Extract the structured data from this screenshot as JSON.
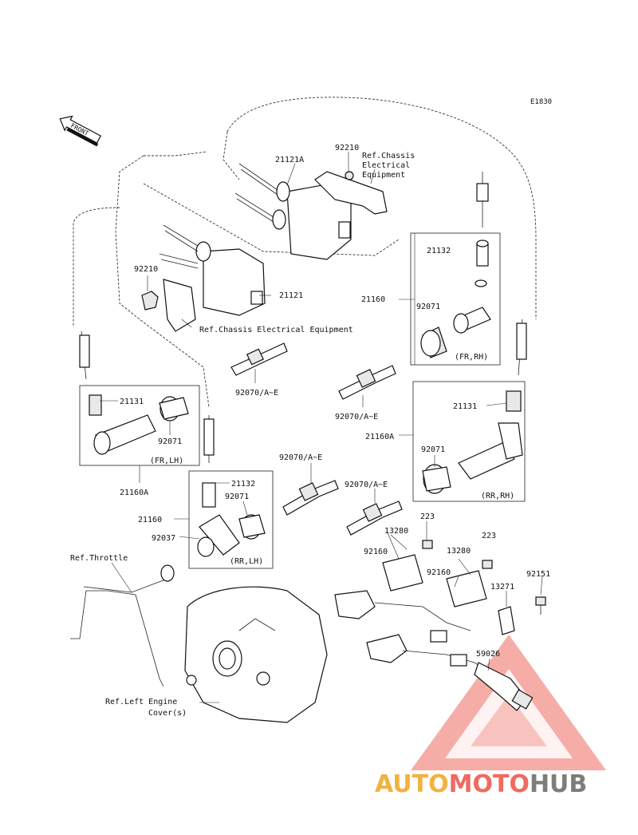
{
  "diagram_code": "E1830",
  "front_label": "FRONT",
  "labels": {
    "p21121A": "21121A",
    "p92210_top": "92210",
    "ref_chassis_top_1": "Ref.Chassis",
    "ref_chassis_top_2": "Electrical",
    "ref_chassis_top_3": "Equipment",
    "p92210_left": "92210",
    "p21121": "21121",
    "ref_chassis_mid": "Ref.Chassis Electrical Equipment",
    "p21132_top": "21132",
    "p21160_top": "21160",
    "p92071_top": "92071",
    "fr_rh": "(FR,RH)",
    "p92070_a": "92070/A~E",
    "p21131_left": "21131",
    "p92071_left": "92071",
    "fr_lh": "(FR,LH)",
    "p21160A_left": "21160A",
    "p92070_b": "92070/A~E",
    "p21131_right": "21131",
    "p21160A_right": "21160A",
    "p92071_right": "92071",
    "rr_rh": "(RR,RH)",
    "p92070_c": "92070/A~E",
    "p21132_lower": "21132",
    "p92071_lower": "92071",
    "p21160_lower": "21160",
    "p92037": "92037",
    "rr_lh": "(RR,LH)",
    "p92070_d": "92070/A~E",
    "p223_a": "223",
    "p13280_a": "13280",
    "p223_b": "223",
    "ref_throttle": "Ref.Throttle",
    "p92160_a": "92160",
    "p13280_b": "13280",
    "p92160_b": "92160",
    "p92151": "92151",
    "p13271": "13271",
    "p59026": "59026",
    "ref_left_engine_1": "Ref.Left Engine",
    "ref_left_engine_2": "Cover(s)"
  },
  "watermark": {
    "part1": "AUTO",
    "part2": "MOTO",
    "part3": "HUB",
    "colors": {
      "auto": "#f3b23f",
      "moto": "#ef6a5f",
      "hub": "#7d7d7d",
      "triangle": "#ef6a5f"
    }
  }
}
